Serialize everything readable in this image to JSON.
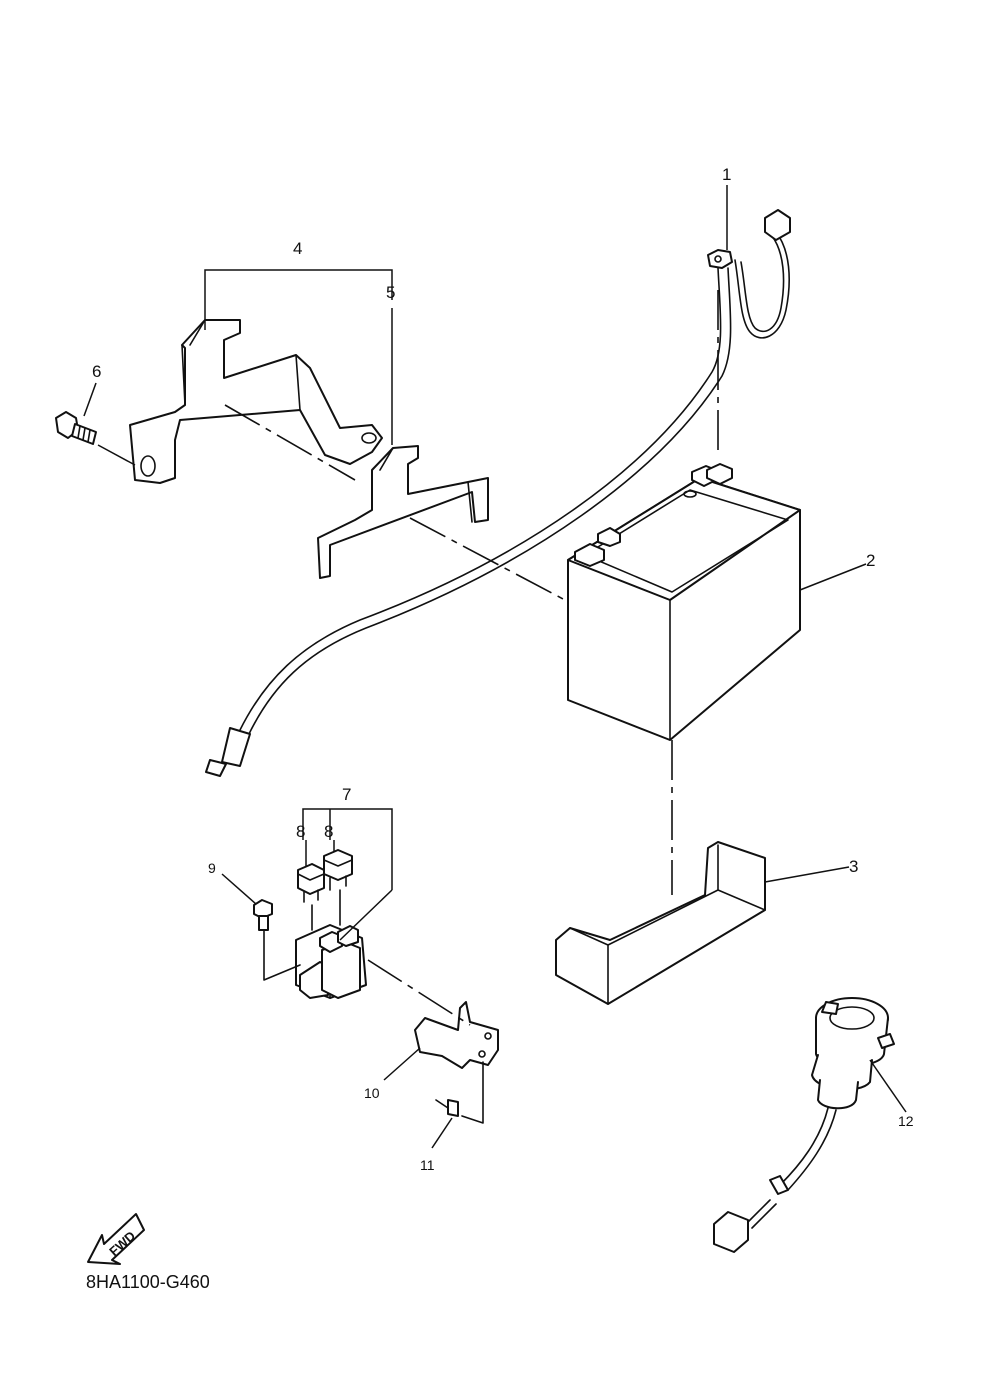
{
  "diagram": {
    "part_code": "8HA1100-G460",
    "direction_label": "FWD",
    "callouts": [
      {
        "id": "c1",
        "label": "1"
      },
      {
        "id": "c2",
        "label": "2"
      },
      {
        "id": "c3",
        "label": "3"
      },
      {
        "id": "c4",
        "label": "4"
      },
      {
        "id": "c5",
        "label": "5"
      },
      {
        "id": "c6",
        "label": "6"
      },
      {
        "id": "c7",
        "label": "7"
      },
      {
        "id": "c8a",
        "label": "8"
      },
      {
        "id": "c8b",
        "label": "8"
      },
      {
        "id": "c9",
        "label": "9"
      },
      {
        "id": "c10",
        "label": "10"
      },
      {
        "id": "c11",
        "label": "11"
      },
      {
        "id": "c12",
        "label": "12"
      }
    ]
  }
}
